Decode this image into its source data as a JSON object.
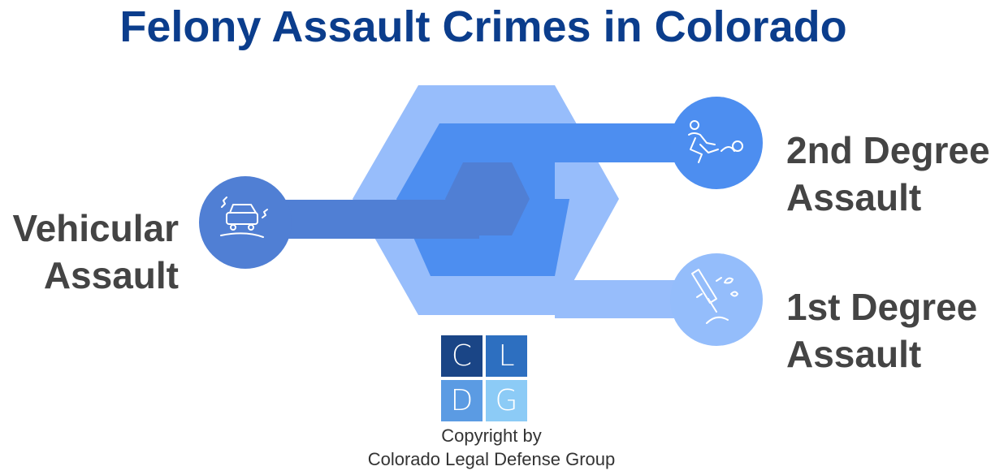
{
  "title": "Felony Assault Crimes in Colorado",
  "items": {
    "vehicular": {
      "line1": "Vehicular",
      "line2": "Assault",
      "icon": "car-crash-icon",
      "color": "#4f7fd4"
    },
    "second_degree": {
      "line1": "2nd Degree",
      "line2": "Assault",
      "icon": "kneeling-person-icon",
      "color": "#4d8ef0"
    },
    "first_degree": {
      "line1": "1st Degree",
      "line2": "Assault",
      "icon": "knife-icon",
      "color": "#94bdfb"
    }
  },
  "logo": {
    "c": "C",
    "l": "L",
    "d": "D",
    "g": "G",
    "colors": [
      "#1a4586",
      "#2d6fc0",
      "#5b9be3",
      "#8ccbf6"
    ]
  },
  "copyright": {
    "line1": "Copyright by",
    "line2": "Colorado Legal Defense Group"
  }
}
